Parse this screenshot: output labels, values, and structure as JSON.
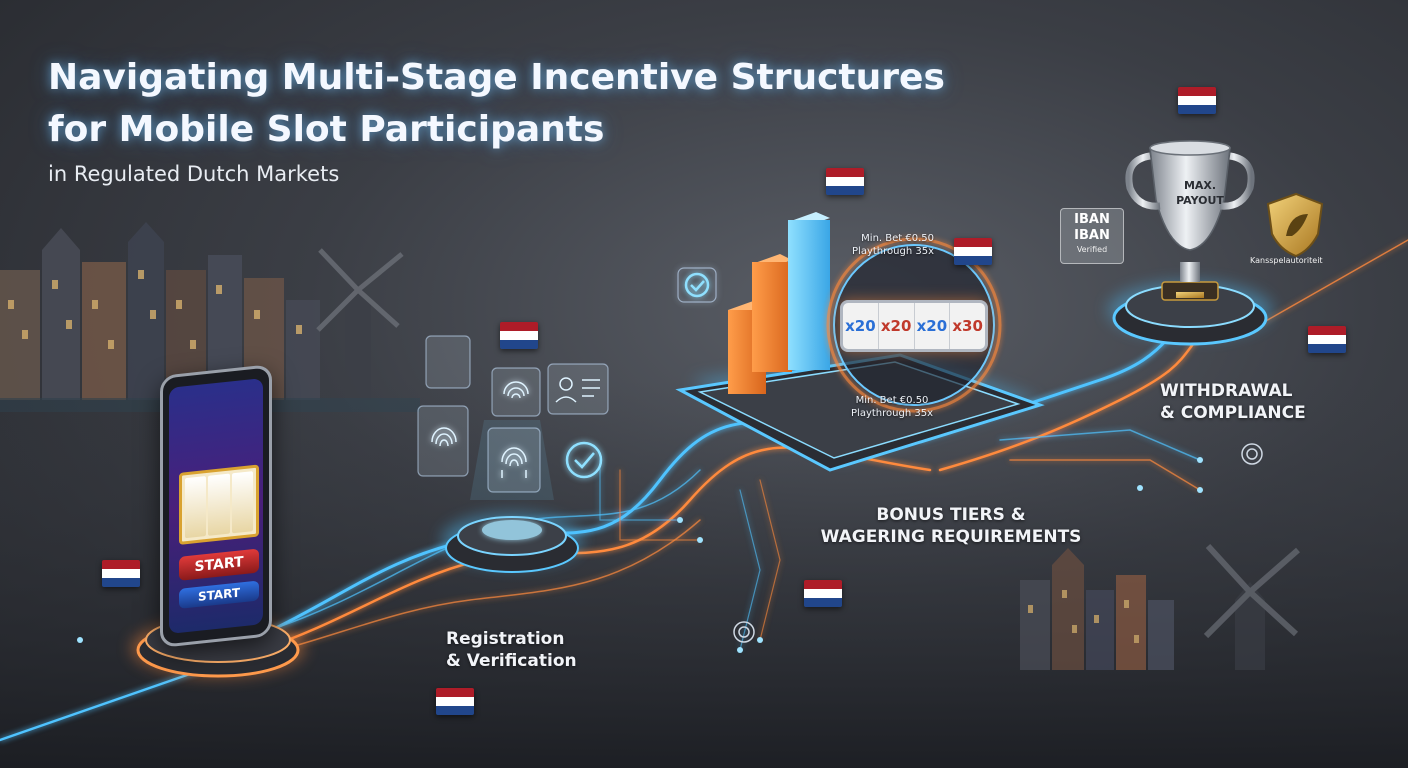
{
  "header": {
    "title_line1": "Navigating Multi-Stage Incentive Structures",
    "title_line2": "for Mobile Slot Participants",
    "subtitle": "in Regulated Dutch Markets"
  },
  "stages": [
    {
      "line1": "Registration",
      "line2": "& Verification"
    },
    {
      "line1": "BONUS TIERS &",
      "line2": "WAGERING REQUIREMENTS"
    },
    {
      "line1": "WITHDRAWAL",
      "line2": "& COMPLIANCE"
    }
  ],
  "phone": {
    "start_big": "START",
    "start_small": "START"
  },
  "bonus": {
    "top_note_line1": "Min. Bet €0.50",
    "top_note_line2": "Playthrough 35x",
    "bottom_note_line1": "Min. Bet €0.50",
    "bottom_note_line2": "Playthrough 35x",
    "reels": [
      "x20",
      "x20",
      "x20",
      "x30"
    ]
  },
  "withdrawal": {
    "iban_line1": "IBAN",
    "iban_line2": "IBAN",
    "iban_status": "Verified",
    "trophy_line1": "MAX.",
    "trophy_line2": "PAYOUT",
    "regulator": "Kansspelautoriteit"
  },
  "colors": {
    "glow_blue": "#4fc3ff",
    "glow_orange": "#ff8a3c",
    "flag_red": "#ae1c28",
    "flag_white": "#ffffff",
    "flag_blue": "#21468b",
    "reel_red": "#c0392b",
    "reel_blue": "#2a6fd6"
  },
  "icons": [
    "fingerprint-icon",
    "checkmark-icon",
    "id-card-icon",
    "shield-icon",
    "trophy-icon",
    "windmill-icon",
    "dutch-flag-icon"
  ]
}
